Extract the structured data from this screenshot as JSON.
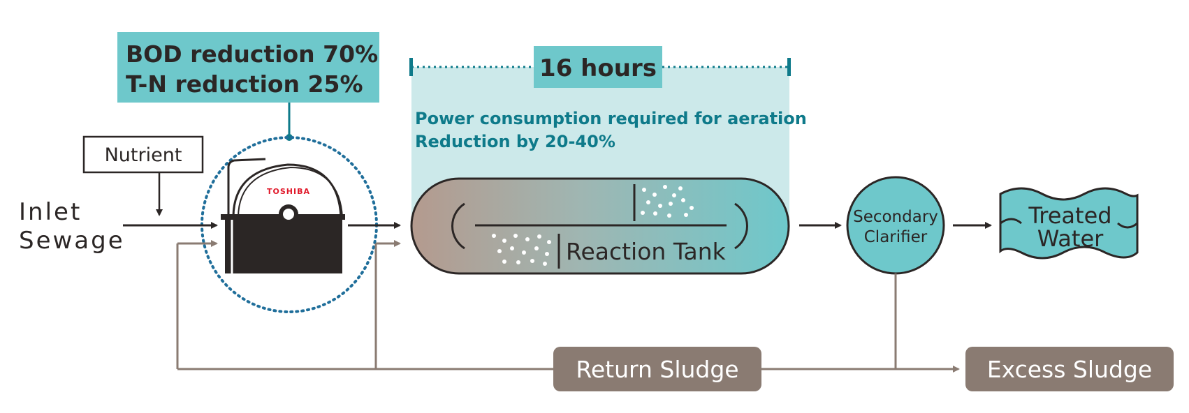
{
  "reduction": {
    "bod": "BOD reduction 70%",
    "tn": "T-N reduction 25%"
  },
  "duration": {
    "label": "16 hours"
  },
  "power": {
    "line1": "Power consumption required for aeration",
    "line2": "Reduction by 20-40%"
  },
  "nutrient": {
    "label": "Nutrient"
  },
  "inlet": {
    "line1": "Inlet",
    "line2": "Sewage"
  },
  "device": {
    "brand": "TOSHIBA"
  },
  "tank": {
    "label": "Reaction Tank"
  },
  "clarifier": {
    "line1": "Secondary",
    "line2": "Clarifier"
  },
  "treated": {
    "line1": "Treated",
    "line2": "Water"
  },
  "return_sludge": {
    "label": "Return Sludge"
  },
  "excess_sludge": {
    "label": "Excess Sludge"
  },
  "colors": {
    "teal": "#6ec8cb",
    "teal_light": "#cce9ea",
    "teal_dark": "#0e7a8a",
    "dark": "#2b2625",
    "sludge_gray": "#8a7b72",
    "brand_red": "#e0192a"
  }
}
